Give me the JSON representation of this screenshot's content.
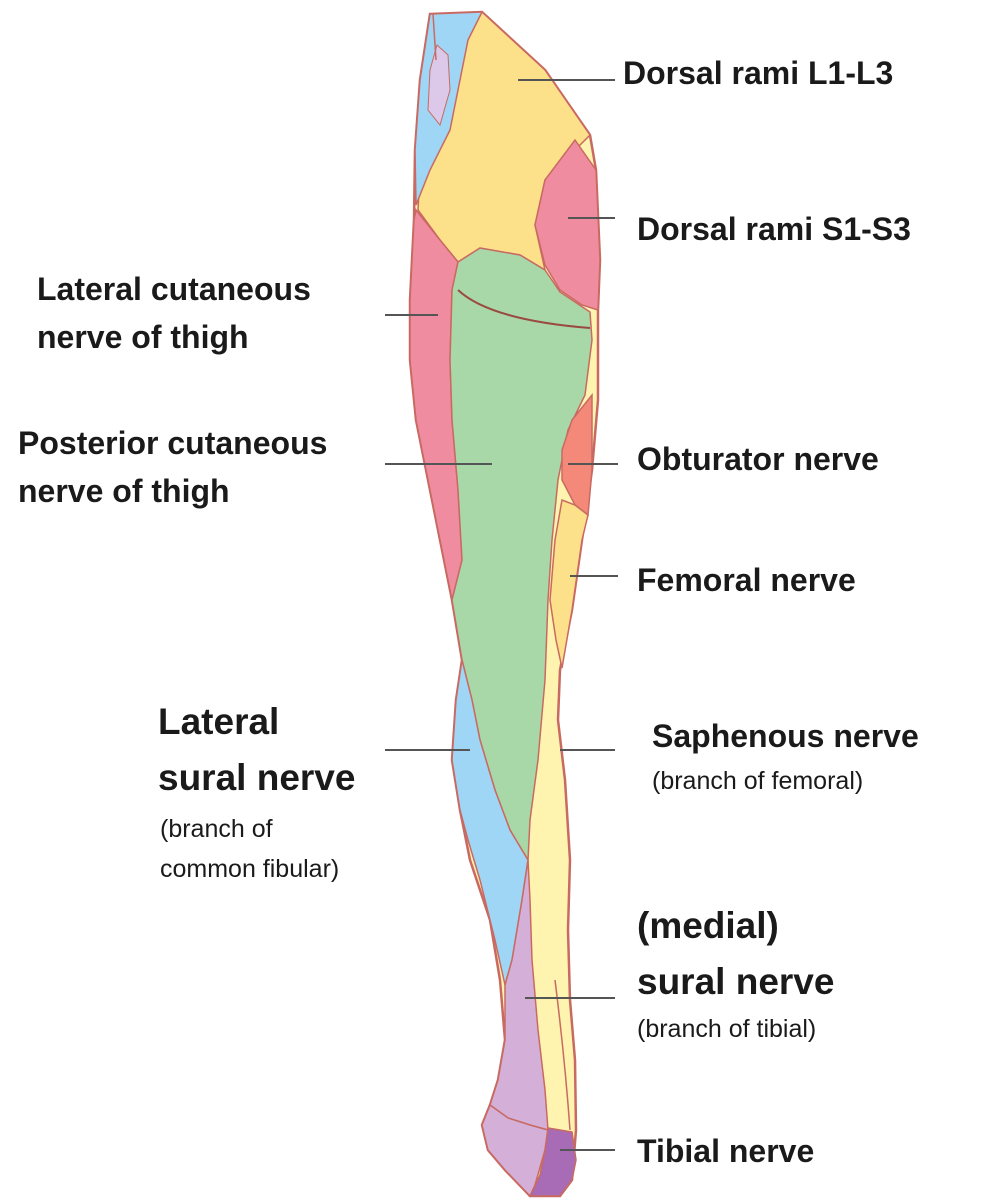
{
  "labels": {
    "dorsal_l": "Dorsal rami L1-L3",
    "dorsal_s": "Dorsal rami S1-S3",
    "lat_cut_1": "Lateral cutaneous",
    "lat_cut_2": "nerve of thigh",
    "post_cut_1": "Posterior cutaneous",
    "post_cut_2": "nerve of thigh",
    "obturator": "Obturator nerve",
    "femoral": "Femoral nerve",
    "lat_sural_1": "Lateral",
    "lat_sural_2": "sural nerve",
    "lat_sural_sub_1": "(branch of",
    "lat_sural_sub_2": "common fibular)",
    "saphenous": "Saphenous nerve",
    "saphenous_sub": "(branch of femoral)",
    "medial_sural_1": "(medial)",
    "medial_sural_2": "sural nerve",
    "medial_sural_sub": "(branch of tibial)",
    "tibial": "Tibial  nerve"
  },
  "colors": {
    "outline": "#c86a62",
    "leader": "#555555",
    "dorsal_l": "#fde08a",
    "dorsal_s": "#f08ca0",
    "lateral_cutaneous": "#f08ca0",
    "posterior_cutaneous": "#a8d8a8",
    "obturator": "#f4897a",
    "femoral": "#fde08a",
    "lateral_sural": "#9fd6f5",
    "saphenous": "#fff3b0",
    "medial_sural": "#d4b0d8",
    "tibial": "#a86bb5",
    "buttock_blue": "#9fd6f5",
    "buttock_lilac": "#dcc8e8"
  }
}
